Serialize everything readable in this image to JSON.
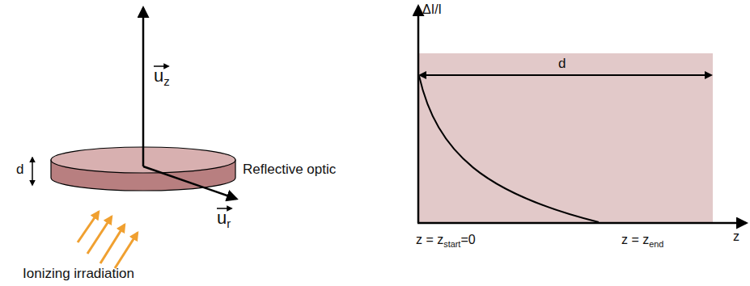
{
  "diagram": {
    "labels": [
      "u",
      "z",
      "u",
      "r",
      "d",
      "Reflective optic",
      "Ionizing irradiation",
      "ΔI/I",
      "d",
      "z = z",
      "start",
      "=0",
      "z = z",
      "end",
      "z"
    ]
  }
}
